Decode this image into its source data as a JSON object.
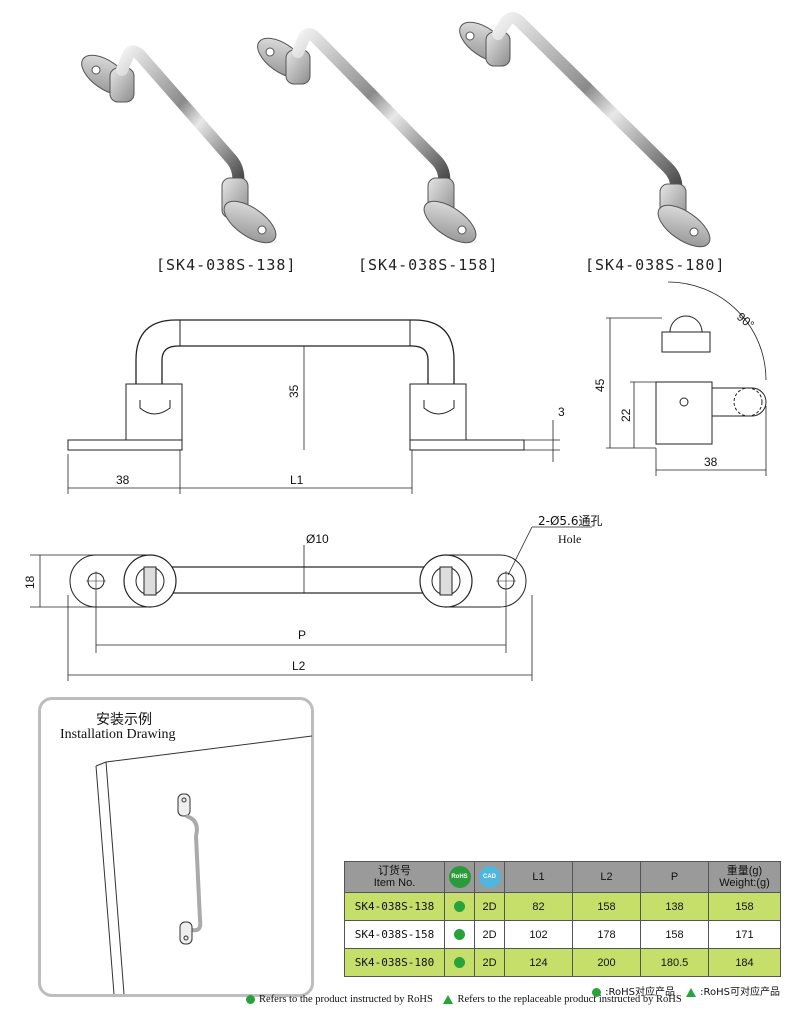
{
  "products": [
    {
      "caption": "[SK4-038S-138]"
    },
    {
      "caption": "[SK4-038S-158]"
    },
    {
      "caption": "[SK4-038S-180]"
    }
  ],
  "front_view": {
    "dim_height": "35",
    "dim_thickness": "3",
    "dim_left": "38",
    "dim_span": "L1"
  },
  "side_view": {
    "dim_angle": "90°",
    "dim_total": "45",
    "dim_mid": "22",
    "dim_width": "38"
  },
  "top_view": {
    "dim_dia": "Ø10",
    "hole_cn": "2-Ø5.6通孔",
    "hole_en": "Hole",
    "dim_width": "18",
    "dim_pitch": "P",
    "dim_length": "L2"
  },
  "install": {
    "title_cn": "安装示例",
    "title_en": "Installation Drawing"
  },
  "table": {
    "headers": {
      "item_cn": "订货号",
      "item_en": "Item No.",
      "rohs_icon": "RoHS",
      "cad_icon": "CAD",
      "l1": "L1",
      "l2": "L2",
      "p": "P",
      "weight_cn": "重量(g)",
      "weight_en": "Weight:(g)"
    },
    "rows": [
      {
        "item": "SK4-038S-138",
        "cad": "2D",
        "l1": "82",
        "l2": "158",
        "p": "138",
        "weight": "158"
      },
      {
        "item": "SK4-038S-158",
        "cad": "2D",
        "l1": "102",
        "l2": "178",
        "p": "158",
        "weight": "171"
      },
      {
        "item": "SK4-038S-180",
        "cad": "2D",
        "l1": "124",
        "l2": "200",
        "p": "180.5",
        "weight": "184"
      }
    ]
  },
  "legend": {
    "line1_a": ":RoHS对应产品",
    "line1_b": ":RoHS可对应产品",
    "line2_a": "Refers to the product instructed by RoHS",
    "line2_b": "Refers to the replaceable product instructed by RoHS"
  },
  "colors": {
    "row_green": "#c6df6b",
    "header_gray": "#9a9a9a",
    "rohs_green": "#27a33b",
    "cad_blue": "#4fb6e0"
  }
}
